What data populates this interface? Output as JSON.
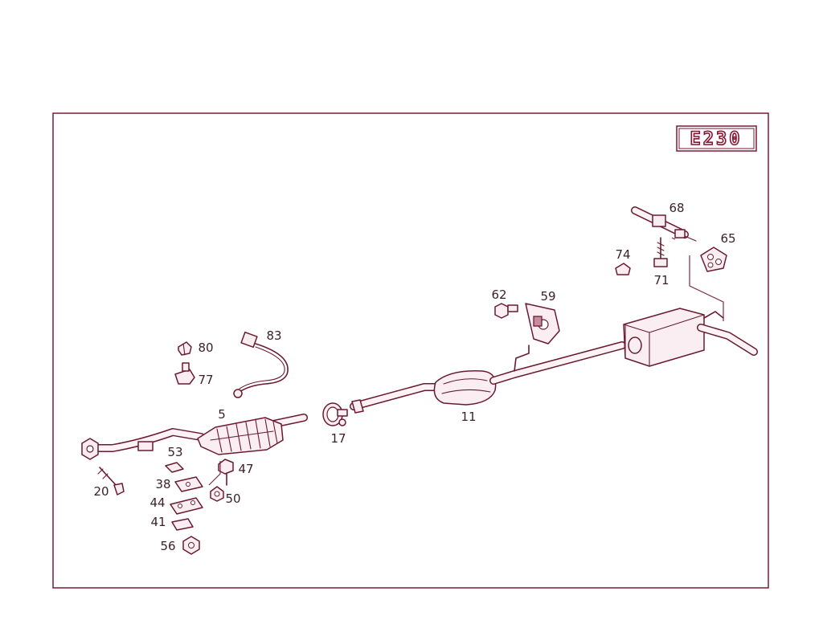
{
  "badge": {
    "text": "E230"
  },
  "labels": {
    "p5": "5",
    "p11": "11",
    "p17": "17",
    "p20": "20",
    "p38": "38",
    "p41": "41",
    "p44": "44",
    "p47": "47",
    "p50": "50",
    "p53": "53",
    "p56": "56",
    "p59": "59",
    "p62": "62",
    "p65": "65",
    "p68": "68",
    "p71": "71",
    "p74": "74",
    "p77": "77",
    "p80": "80",
    "p83": "83"
  },
  "colors": {
    "frame": "#7a1a35",
    "line": "#6a1a30",
    "fill": "#fbeef2"
  }
}
